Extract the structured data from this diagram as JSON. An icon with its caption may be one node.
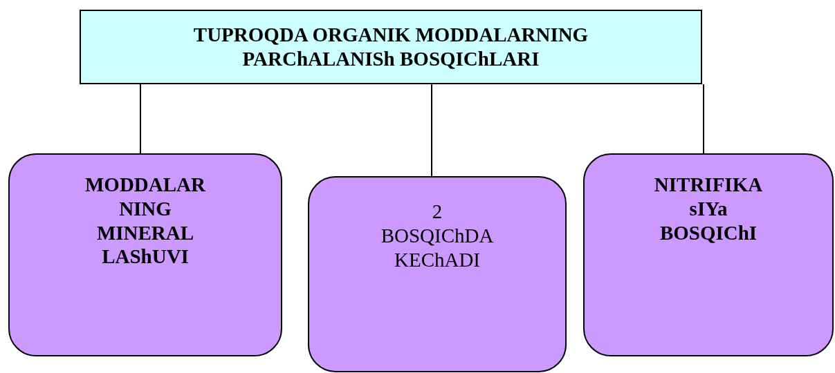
{
  "diagram": {
    "nodes": [
      {
        "text": [
          "TUPROQDA ORGANIK MODDALARNING PARChALANISh BOSQIChLARI"
        ]
      },
      {
        "text": [
          "MODDALAR NING MINERAL LAShUVI"
        ]
      },
      {
        "text": [
          "2 BOSQIChDA KEChADI"
        ]
      },
      {
        "text": [
          "NITRIFIKA sIYa BOSQIChI"
        ]
      }
    ],
    "edges": [
      {
        "from": 0,
        "to": 1,
        "arrow": "none"
      },
      {
        "from": 0,
        "to": 2,
        "arrow": "none"
      },
      {
        "from": 0,
        "to": 3,
        "arrow": "none"
      }
    ]
  }
}
